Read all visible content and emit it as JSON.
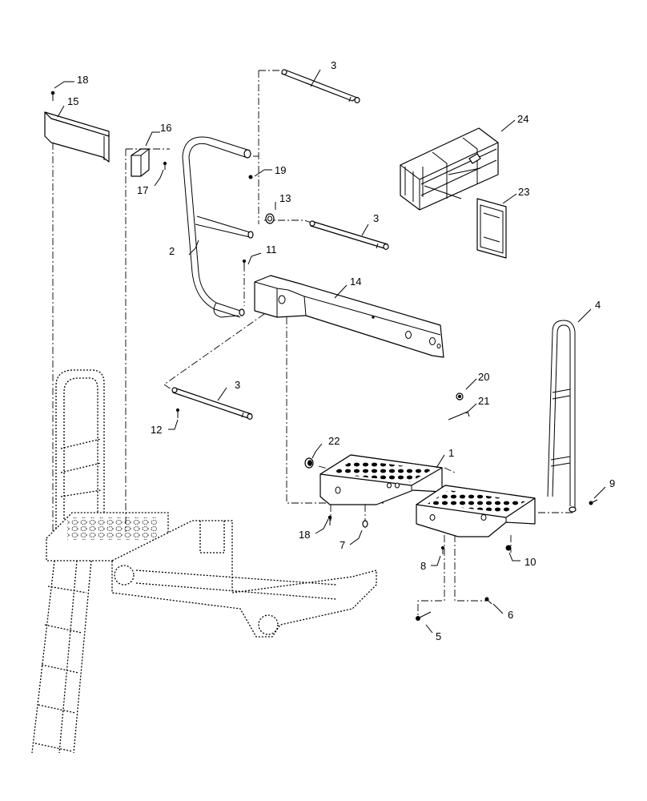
{
  "callouts": [
    {
      "id": "c1",
      "label": "1"
    },
    {
      "id": "c2",
      "label": "2"
    },
    {
      "id": "c3a",
      "label": "3"
    },
    {
      "id": "c3b",
      "label": "3"
    },
    {
      "id": "c3c",
      "label": "3"
    },
    {
      "id": "c4",
      "label": "4"
    },
    {
      "id": "c5",
      "label": "5"
    },
    {
      "id": "c6",
      "label": "6"
    },
    {
      "id": "c7",
      "label": "7"
    },
    {
      "id": "c8",
      "label": "8"
    },
    {
      "id": "c9",
      "label": "9"
    },
    {
      "id": "c10",
      "label": "10"
    },
    {
      "id": "c11",
      "label": "11"
    },
    {
      "id": "c12",
      "label": "12"
    },
    {
      "id": "c13",
      "label": "13"
    },
    {
      "id": "c14",
      "label": "14"
    },
    {
      "id": "c15",
      "label": "15"
    },
    {
      "id": "c16",
      "label": "16"
    },
    {
      "id": "c17",
      "label": "17"
    },
    {
      "id": "c18a",
      "label": "18"
    },
    {
      "id": "c18b",
      "label": "18"
    },
    {
      "id": "c19",
      "label": "19"
    },
    {
      "id": "c20",
      "label": "20"
    },
    {
      "id": "c21",
      "label": "21"
    },
    {
      "id": "c22",
      "label": "22"
    },
    {
      "id": "c23",
      "label": "23"
    },
    {
      "id": "c24",
      "label": "24"
    }
  ]
}
